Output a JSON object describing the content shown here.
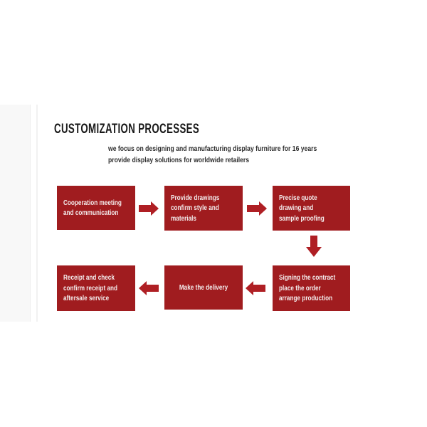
{
  "slide": {
    "title": "CUSTOMIZATION PROCESSES",
    "subtitle_lines": [
      "we focus on designing and manufacturing display furniture for 16 years",
      "provide display solutions for worldwide retailers"
    ]
  },
  "flow": {
    "steps": [
      {
        "lines": [
          "Cooperation meeting",
          "and communication"
        ]
      },
      {
        "lines": [
          "Provide drawings",
          "confirm style and",
          "materials"
        ]
      },
      {
        "lines": [
          "Precise quote",
          "drawing and",
          "sample proofing"
        ]
      },
      {
        "lines": [
          "Signing the contract",
          "place the order",
          "arrange production"
        ]
      },
      {
        "lines": [
          "Make the delivery"
        ]
      },
      {
        "lines": [
          "Receipt and check",
          "confirm receipt and",
          "aftersale service"
        ]
      }
    ],
    "arrow_directions": [
      "right",
      "right",
      "down",
      "left",
      "left"
    ]
  },
  "colors": {
    "canvas_bg": "#FFFFFF",
    "box_fill": "#A01C1F",
    "arrow_fill": "#AF1F24",
    "box_text": "#F3ECEC",
    "title_text": "#1A1A1A",
    "subtitle_text": "#2E2E2E",
    "side_panel": "#F8F8F8"
  }
}
